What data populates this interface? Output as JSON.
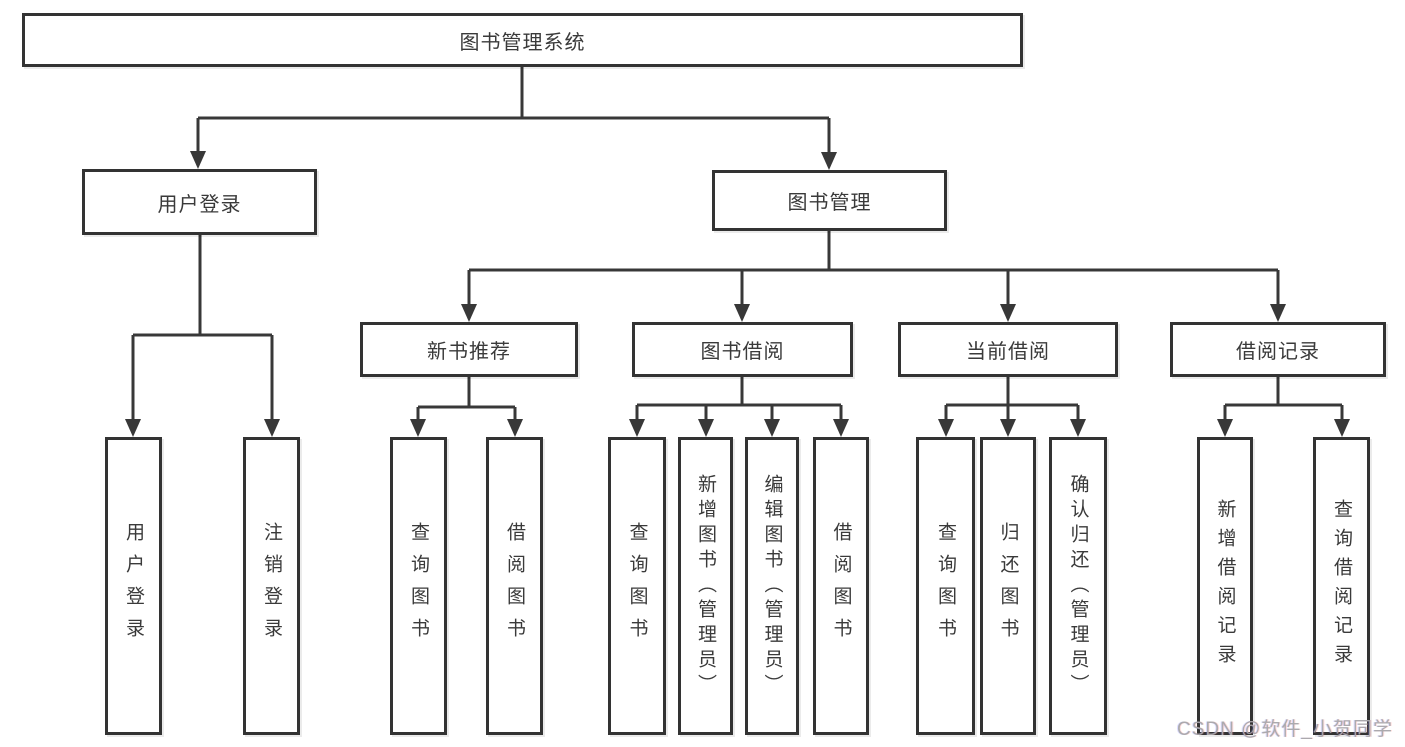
{
  "diagram": {
    "type": "tree-structure-chart",
    "root": {
      "label": "图书管理系统"
    },
    "branches": [
      {
        "label": "用户登录",
        "children": [
          {
            "label": "用户登录"
          },
          {
            "label": "注销登录"
          }
        ]
      },
      {
        "label": "图书管理",
        "children": [
          {
            "label": "新书推荐",
            "children": [
              {
                "label": "查询图书"
              },
              {
                "label": "借阅图书"
              }
            ]
          },
          {
            "label": "图书借阅",
            "children": [
              {
                "label": "查询图书"
              },
              {
                "label": "新增图书（管理员）"
              },
              {
                "label": "编辑图书（管理员）"
              },
              {
                "label": "借阅图书"
              }
            ]
          },
          {
            "label": "当前借阅",
            "children": [
              {
                "label": "查询图书"
              },
              {
                "label": "归还图书"
              },
              {
                "label": "确认归还（管理员）"
              }
            ]
          },
          {
            "label": "借阅记录",
            "children": [
              {
                "label": "新增借阅记录"
              },
              {
                "label": "查询借阅记录"
              }
            ]
          }
        ]
      }
    ]
  },
  "watermark": {
    "text": "CSDN @软件_小贺同学"
  },
  "colors": {
    "line": "#383838",
    "box_border": "#333333",
    "text": "#3a3a3a",
    "background": "#ffffff",
    "watermark": "#a8a8aa"
  }
}
